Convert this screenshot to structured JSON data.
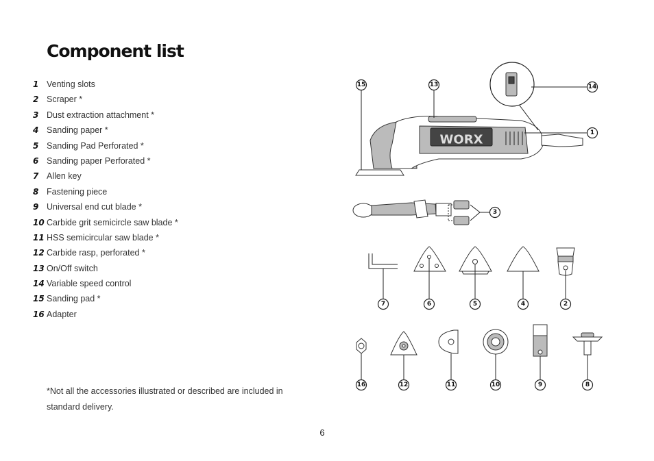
{
  "title": "Component list",
  "components": [
    {
      "num": "1",
      "label": "Venting slots"
    },
    {
      "num": "2",
      "label": "Scraper *"
    },
    {
      "num": "3",
      "label": "Dust extraction attachment *"
    },
    {
      "num": "4",
      "label": "Sanding paper *"
    },
    {
      "num": "5",
      "label": "Sanding Pad Perforated *"
    },
    {
      "num": "6",
      "label": "Sanding paper Perforated *"
    },
    {
      "num": "7",
      "label": "Allen key"
    },
    {
      "num": "8",
      "label": "Fastening piece"
    },
    {
      "num": "9",
      "label": "Universal end cut blade *"
    },
    {
      "num": "10",
      "label": "Carbide grit semicircle saw blade *"
    },
    {
      "num": "11",
      "label": "HSS semicircular saw blade *"
    },
    {
      "num": "12",
      "label": "Carbide rasp, perforated *"
    },
    {
      "num": "13",
      "label": "On/Off switch"
    },
    {
      "num": "14",
      "label": "Variable speed control"
    },
    {
      "num": "15",
      "label": "Sanding pad *"
    },
    {
      "num": "16",
      "label": "Adapter"
    }
  ],
  "footnote": "*Not all the accessories illustrated or described are included in standard delivery.",
  "page_number": "6",
  "figure": {
    "brand": "WORX",
    "callouts": [
      "15",
      "13",
      "14",
      "1",
      "3",
      "7",
      "6",
      "5",
      "4",
      "2",
      "16",
      "12",
      "11",
      "10",
      "9",
      "8"
    ]
  }
}
